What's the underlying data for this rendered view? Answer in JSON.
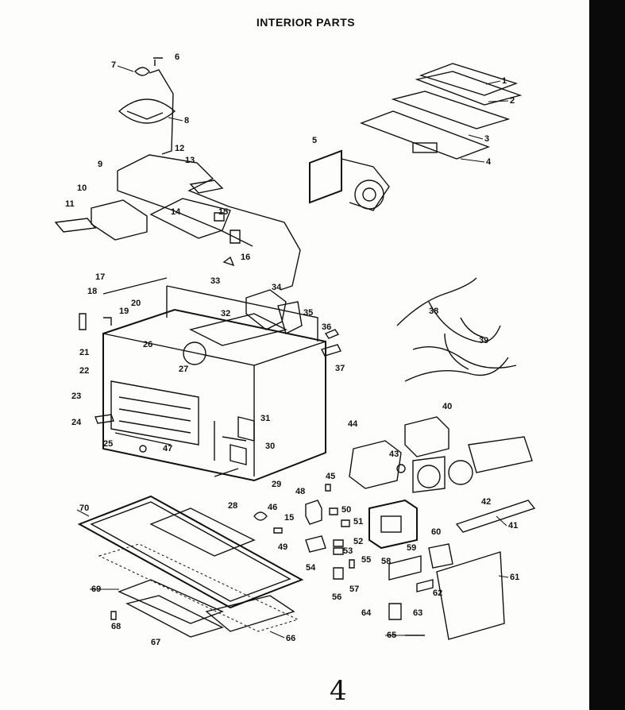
{
  "title": "INTERIOR PARTS",
  "page_number": "4",
  "colors": {
    "ink": "#111111",
    "paper": "#fdfdfb",
    "edge": "#0a0a0a"
  },
  "callouts": [
    "1",
    "2",
    "3",
    "4",
    "5",
    "6",
    "7",
    "8",
    "9",
    "10",
    "11",
    "12",
    "13",
    "14",
    "15",
    "16",
    "17",
    "18",
    "19",
    "20",
    "21",
    "22",
    "23",
    "24",
    "25",
    "26",
    "27",
    "28",
    "29",
    "30",
    "31",
    "32",
    "33",
    "34",
    "35",
    "36",
    "37",
    "38",
    "39",
    "40",
    "41",
    "42",
    "43",
    "44",
    "45",
    "46",
    "47",
    "48",
    "49",
    "50",
    "51",
    "52",
    "53",
    "54",
    "55",
    "56",
    "57",
    "58",
    "59",
    "60",
    "61",
    "62",
    "63",
    "64",
    "65",
    "66",
    "67",
    "68",
    "69",
    "70",
    "15"
  ]
}
